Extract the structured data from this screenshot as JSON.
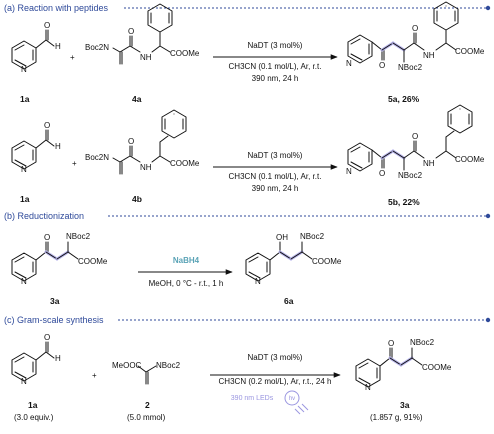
{
  "sections": {
    "a": "(a) Reaction with peptides",
    "b": "(b) Reductionization",
    "c": "(c) Gram-scale synthesis"
  },
  "atoms": {
    "N": "N",
    "O": "O",
    "H": "H",
    "NH": "NH",
    "OH": "OH",
    "NBoc2": "NBoc2",
    "Boc2N": "Boc2N",
    "COOMe": "COOMe",
    "MeOOC": "MeOOC"
  },
  "plus": "+",
  "rxn1": {
    "reagent": "NaDT (3 mol%)",
    "solvent": "CH3CN (0.1 mol/L), Ar, r.t.",
    "light": "390 nm, 24 h",
    "sm1": "1a",
    "sm2": "4a",
    "product": "5a, 26%"
  },
  "rxn2": {
    "reagent": "NaDT (3 mol%)",
    "solvent": "CH3CN (0.1 mol/L), Ar, r.t.",
    "light": "390 nm, 24 h",
    "sm1": "1a",
    "sm2": "4b",
    "product": "5b, 22%"
  },
  "rxn3": {
    "reagent": "NaBH4",
    "solvent": "MeOH, 0 °C - r.t., 1 h",
    "sm": "3a",
    "product": "6a"
  },
  "rxn4": {
    "reagent": "NaDT (3 mol%)",
    "solvent": "CH3CN (0.2 mol/L), Ar, r.t., 24 h",
    "sm1": "1a",
    "sm1_amount": "(3.0 equiv.)",
    "sm2": "2",
    "sm2_amount": "(5.0 mmol)",
    "light": "390 nm LEDs",
    "hv": "hv",
    "product": "3a",
    "product_yield": "(1.857 g, 91%)"
  },
  "colors": {
    "section": "#2f4a9a",
    "highlight": "#b9b6ec",
    "nabh4": "#5aa3b6",
    "led": "#9a96e0"
  }
}
